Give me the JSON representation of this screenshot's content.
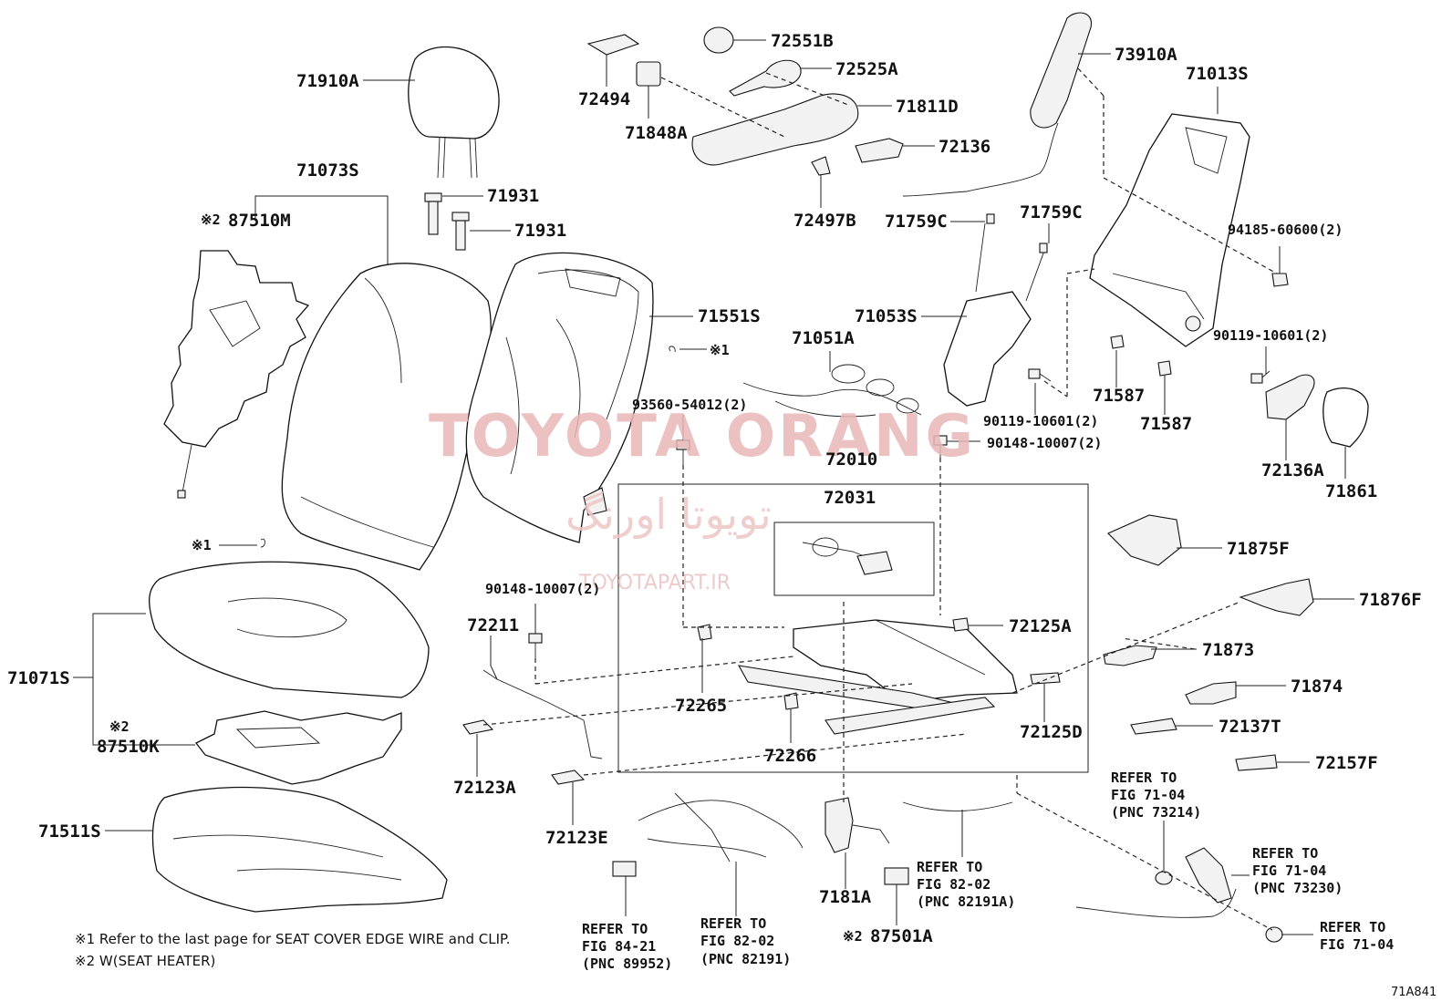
{
  "labels": {
    "l71910A": "71910A",
    "l71073S": "71073S",
    "l87510M": "87510M",
    "l87510M_mark": "※2",
    "l71931a": "71931",
    "l71931b": "71931",
    "l71551S": "71551S",
    "l_mark1a": "※1",
    "l_mark1b": "※1",
    "l72494": "72494",
    "l71848A": "71848A",
    "l72551B": "72551B",
    "l72525A": "72525A",
    "l71811D": "71811D",
    "l72136": "72136",
    "l72497B": "72497B",
    "l73910A": "73910A",
    "l71013S": "71013S",
    "l71759C_a": "71759C",
    "l71759C_b": "71759C",
    "l94185": "94185-60600(2)",
    "l71053S": "71053S",
    "l71051A": "71051A",
    "l90119a": "90119-10601(2)",
    "l90119b": "90119-10601(2)",
    "l71587a": "71587",
    "l71587b": "71587",
    "l93560": "93560-54012(2)",
    "l90148a": "90148-10007(2)",
    "l90148b": "90148-10007(2)",
    "l72010": "72010",
    "l72031": "72031",
    "l72136A": "72136A",
    "l71861": "71861",
    "l71875F": "71875F",
    "l71876F": "71876F",
    "l72211": "72211",
    "l72125A": "72125A",
    "l71873": "71873",
    "l71874": "71874",
    "l72137T": "72137T",
    "l72157F": "72157F",
    "l71071S": "71071S",
    "l87510K": "87510K",
    "l87510K_mark": "※2",
    "l72265": "72265",
    "l72266": "72266",
    "l72125D": "72125D",
    "l72123A": "72123A",
    "l72123E": "72123E",
    "l71511S": "71511S",
    "l7181A": "7181A",
    "l87501A": "87501A",
    "l87501A_mark": "※2"
  },
  "refs": {
    "r1": [
      "REFER TO",
      "FIG 71-04",
      "(PNC 73214)"
    ],
    "r2": [
      "REFER TO",
      "FIG 71-04",
      "(PNC 73230)"
    ],
    "r3": [
      "REFER TO",
      "FIG 82-02",
      "(PNC 82191A)"
    ],
    "r4": [
      "REFER TO",
      "FIG 84-21",
      "(PNC 89952)"
    ],
    "r5": [
      "REFER TO",
      "FIG 82-02",
      "(PNC 82191)"
    ],
    "r6": [
      "REFER TO",
      "FIG 71-04"
    ]
  },
  "notes": {
    "note1": "※1 Refer to the last page for SEAT COVER EDGE WIRE and CLIP.",
    "note2": "※2 W(SEAT HEATER)"
  },
  "figure_code": "71A841",
  "watermark": {
    "brand": "TOYOTA ORANG",
    "persian": "تویوتا اورنگ",
    "site": "TOYOTAPART.IR"
  }
}
